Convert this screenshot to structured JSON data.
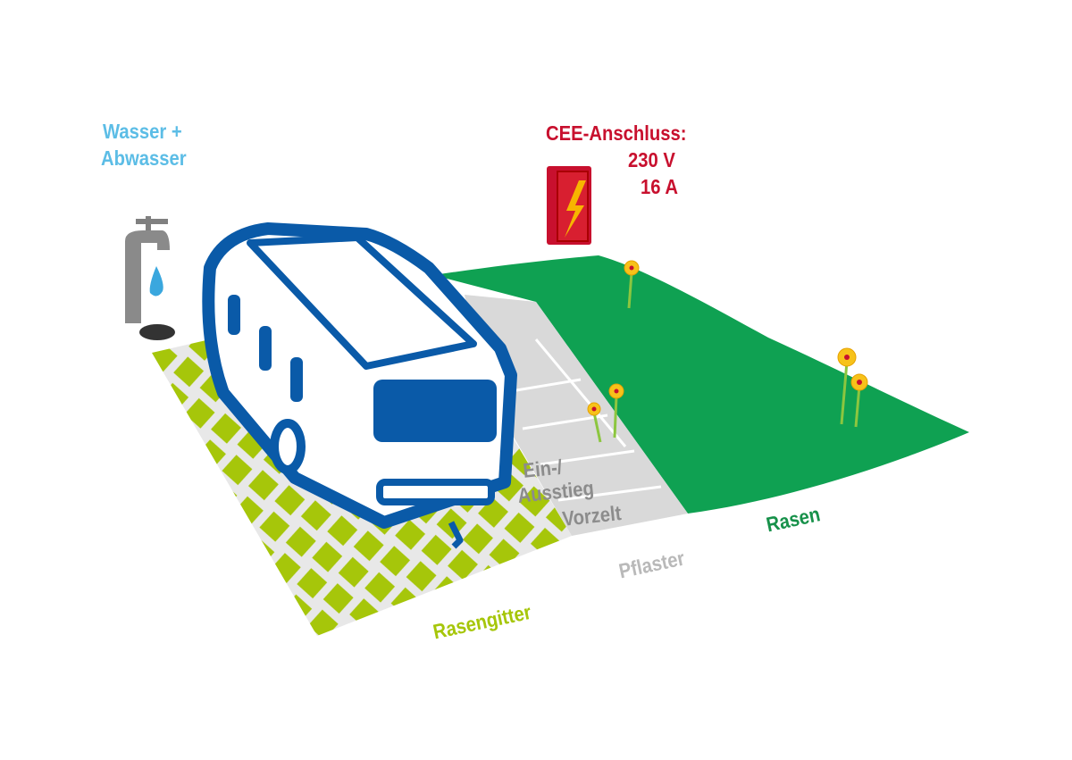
{
  "labels": {
    "water_line1": "Wasser +",
    "water_line2": "Abwasser",
    "cee_title": "CEE-Anschluss:",
    "cee_voltage": "230 V",
    "cee_current": "16 A",
    "entry_line1": "Ein-/",
    "entry_line2": "Ausstieg",
    "entry_line3": "Vorzelt",
    "paving": "Pflaster",
    "lawn": "Rasen",
    "grass_grid": "Rasengitter"
  },
  "colors": {
    "water": "#5cbde6",
    "cee": "#c8102e",
    "lawn": "#0fa152",
    "grid": "#a6c60a",
    "paving": "#d9d9d9",
    "van": "#0a5aa8"
  }
}
